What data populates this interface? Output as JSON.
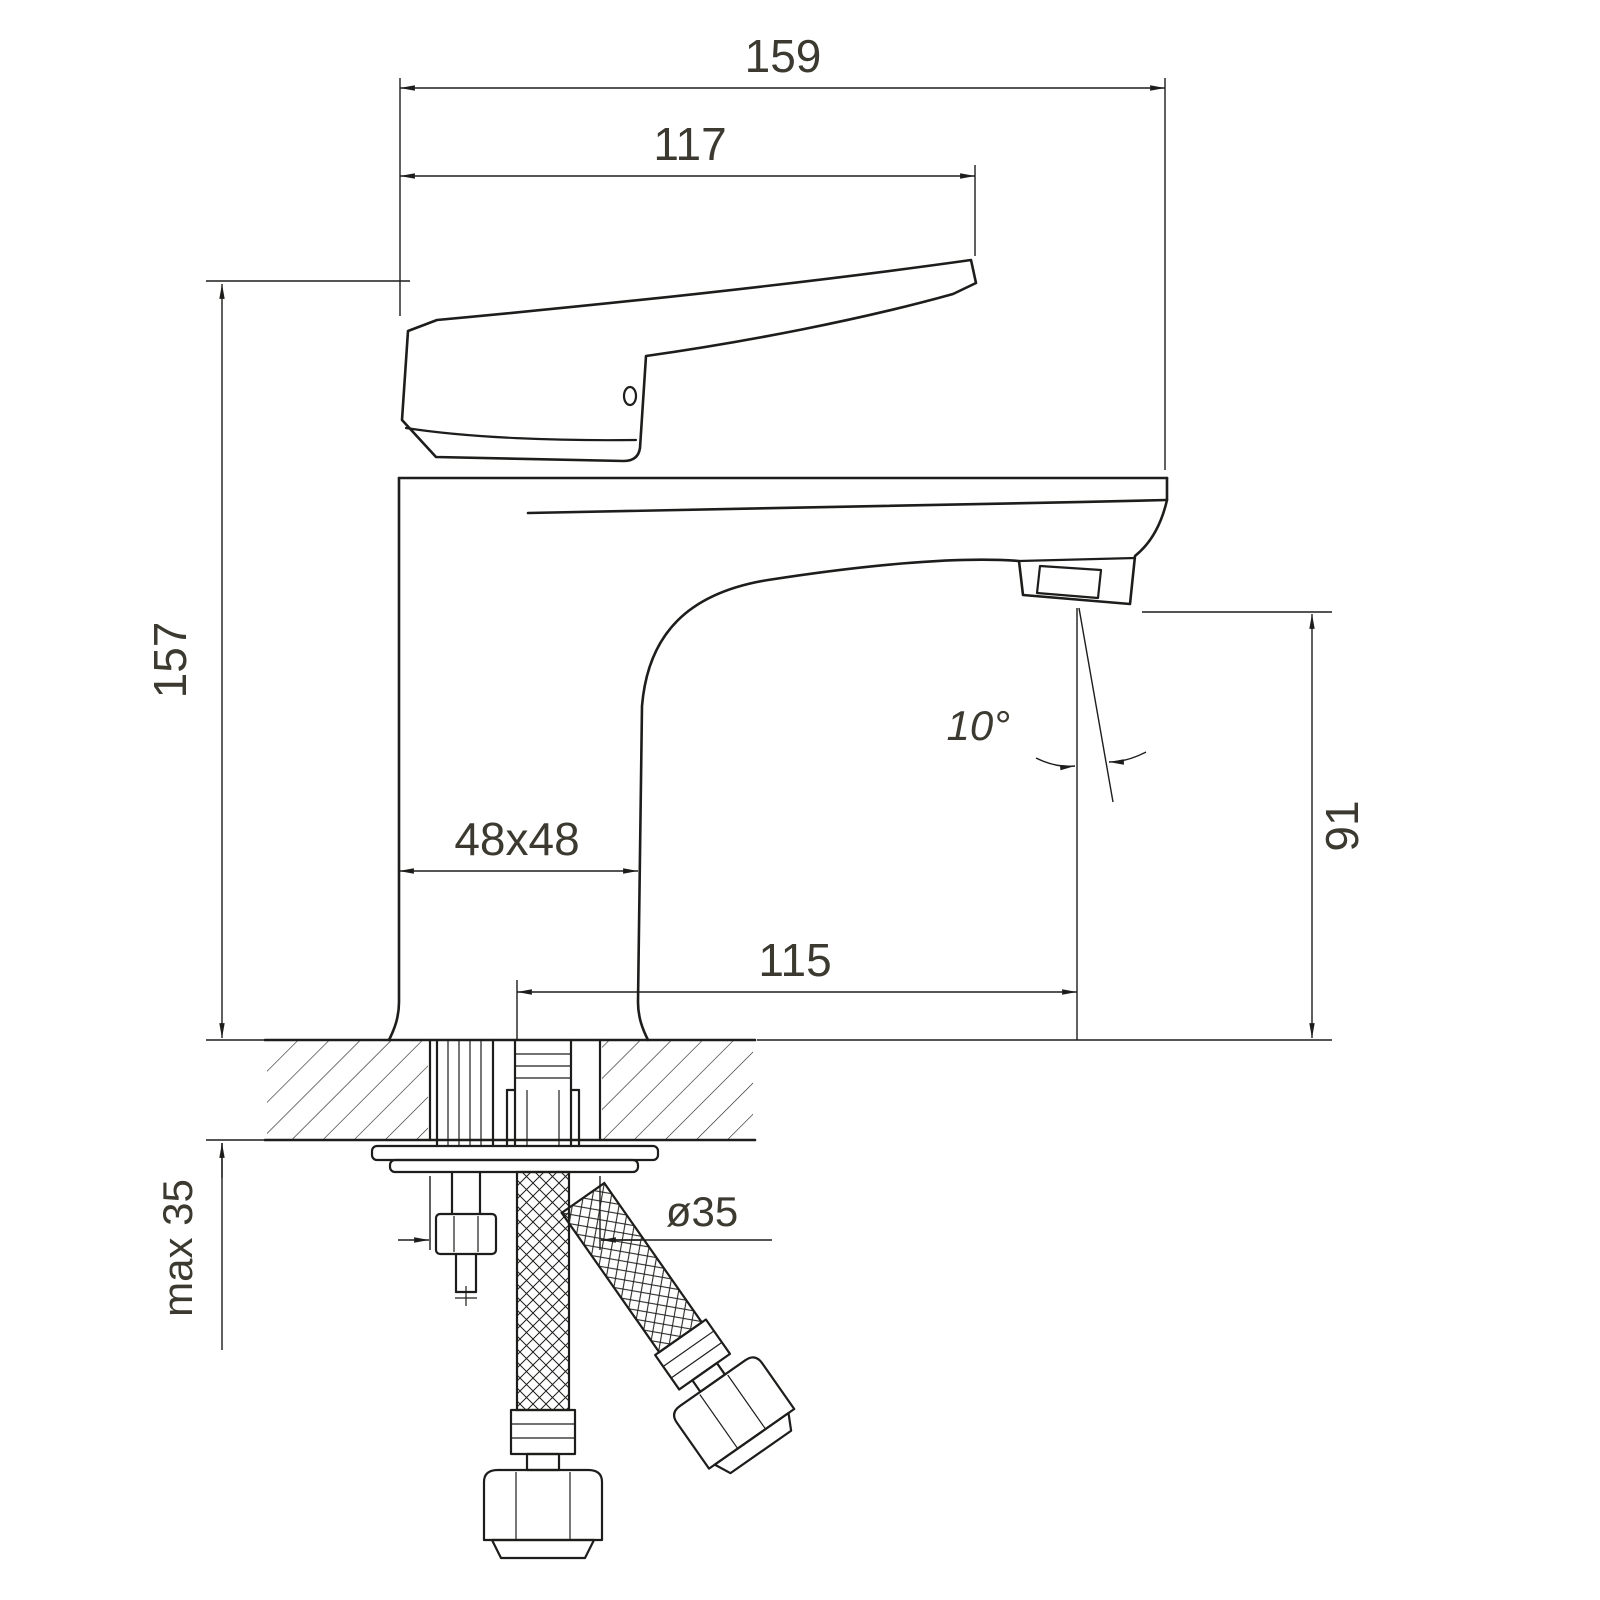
{
  "drawing": {
    "subject": "basin-mixer-faucet-dimension-drawing",
    "labels": {
      "overall_width": "159",
      "handle_reach": "117",
      "total_height": "157",
      "base_section": "48x48",
      "spout_reach": "115",
      "outlet_height": "91",
      "stream_angle": "10°",
      "hole_diameter": "ø35",
      "max_thickness": "max 35"
    },
    "colors": {
      "line": "#1d1d1b",
      "text": "#3c3a30",
      "background": "#ffffff"
    }
  }
}
